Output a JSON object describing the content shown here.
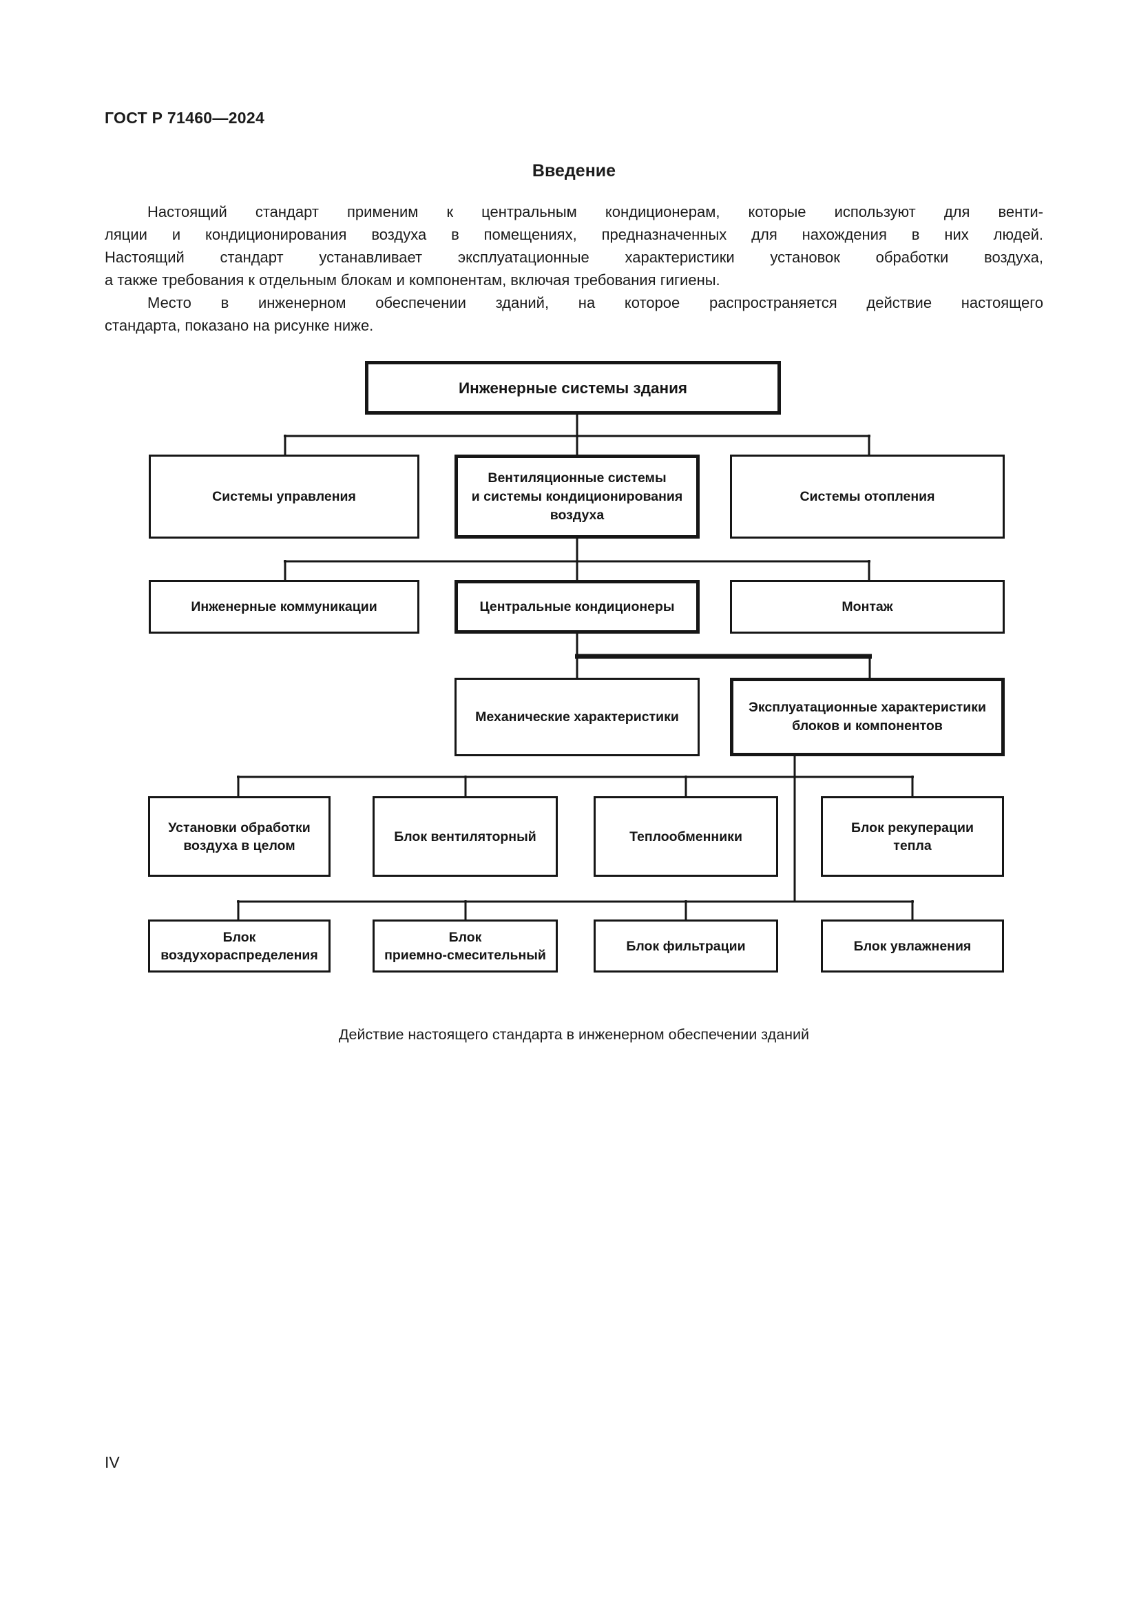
{
  "page": {
    "standard_number": "ГОСТ Р 71460—2024",
    "section_title": "Введение",
    "page_number": "IV"
  },
  "intro": {
    "lines": [
      "Настоящий стандарт применим к центральным кондиционерам, которые используют для венти-",
      "ляции и кондиционирования воздуха в помещениях, предназначенных для нахождения в них людей.",
      "Настоящий стандарт устанавливает эксплуатационные характеристики установок обработки воздуха,",
      "а также требования к отдельным блокам и компонентам, включая требования гигиены.",
      "Место в инженерном обеспечении зданий, на которое распространяется действие настоящего",
      "стандарта, показано на рисунке ниже."
    ]
  },
  "diagram": {
    "caption": "Действие настоящего стандарта в инженерном обеспечении зданий",
    "colors": {
      "line": "#161616",
      "text": "#161616",
      "page_background": "#ffffff"
    },
    "nodes": {
      "building_systems": "Инженерные системы здания",
      "control_systems": "Системы управления",
      "ventilation_systems": "Вентиляционные системы\nи системы кондиционирования\nвоздуха",
      "heating_systems": "Системы отопления",
      "utilities": "Инженерные коммуникации",
      "central_air_conditioners": "Центральные кондиционеры",
      "installation": "Монтаж",
      "mechanical_characteristics": "Механические характеристики",
      "performance_characteristics": "Эксплуатационные характеристики\nблоков и компонентов",
      "air_handling_units_overall": "Установки обработки\nвоздуха в целом",
      "fan_unit": "Блок вентиляторный",
      "heat_exchangers": "Теплообменники",
      "heat_recovery_unit": "Блок рекуперации\nтепла",
      "air_distribution_unit": "Блок\nвоздухораспределения",
      "intake_mixing_unit": "Блок\nприемно-смесительный",
      "filtration_unit": "Блок фильтрации",
      "humidification_unit": "Блок увлажнения"
    }
  }
}
